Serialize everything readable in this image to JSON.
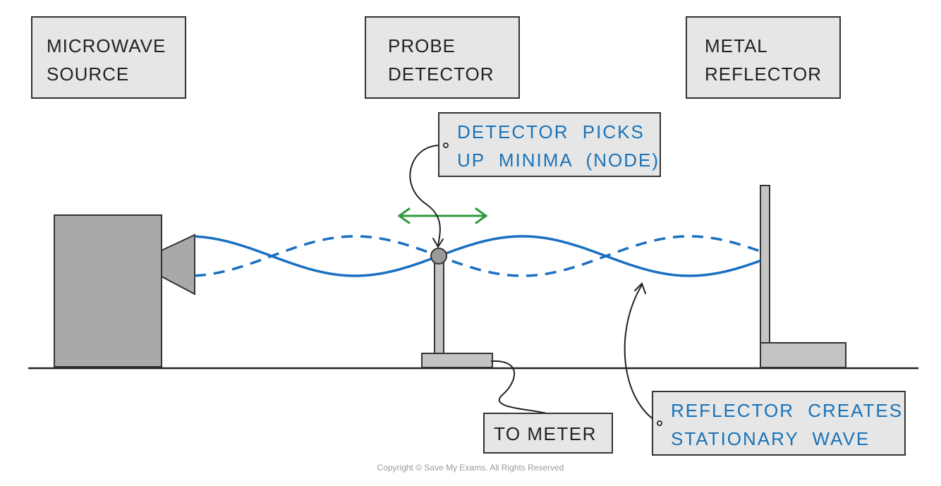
{
  "labels": {
    "microwave_source": [
      "MICROWAVE",
      "SOURCE"
    ],
    "probe_detector": [
      "PROBE",
      "DETECTOR"
    ],
    "metal_reflector": [
      "METAL",
      "REFLECTOR"
    ],
    "to_meter": "TO METER"
  },
  "annotations": {
    "detector_note": [
      "DETECTOR PICKS",
      "UP MINIMA (NODE)"
    ],
    "reflector_note": [
      "REFLECTOR CREATES",
      "STATIONARY WAVE"
    ]
  },
  "copyright": "Copyright © Save My Exams. All Rights Reserved",
  "colors": {
    "wave": "#1a6fc0",
    "annotation_text": "#1a73b8",
    "arrow_movement": "#2e9a3c",
    "equipment_fill": "#a9a9a9",
    "box_fill": "#e6e6e6"
  }
}
